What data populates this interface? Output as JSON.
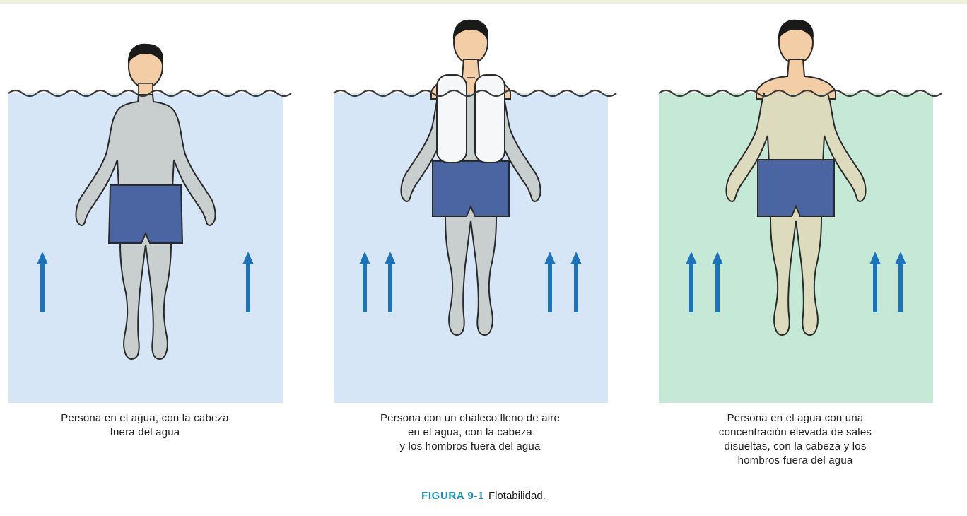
{
  "panels": [
    {
      "caption_lines": [
        "Persona en el agua, con la cabeza",
        "fuera del agua"
      ],
      "water_color": "#d6e6f6",
      "arrows_per_side": 1
    },
    {
      "caption_lines": [
        "Persona con un chaleco lleno de aire",
        "en el agua, con la cabeza",
        "y los hombros fuera del agua"
      ],
      "water_color": "#d6e6f6",
      "arrows_per_side": 2
    },
    {
      "caption_lines": [
        "Persona en el agua con una",
        "concentración elevada de sales",
        "disueltas, con la cabeza y los",
        "hombros fuera del agua"
      ],
      "water_color": "#c6e8d7",
      "arrows_per_side": 2
    }
  ],
  "figure": {
    "label": "FIGURA 9-1",
    "title": "Flotabilidad."
  },
  "colors": {
    "arrow": "#1e73b8",
    "shorts": "#4b65a2",
    "skin": "#f2cda6",
    "submerged_body_clear": "#c9cfce",
    "submerged_body_salt": "#dcdbbd",
    "vest": "#f5f7f9",
    "hair": "#1a1a1a",
    "wave_line": "#3a3a3a"
  }
}
